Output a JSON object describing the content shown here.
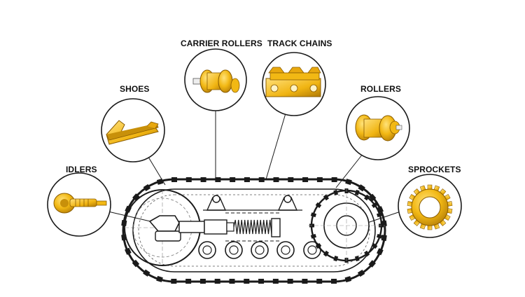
{
  "labels": {
    "idlers": "IDLERS",
    "shoes": "SHOES",
    "carrier_rollers": "CARRIER ROLLERS",
    "track_chains": "TRACK CHAINS",
    "rollers": "ROLLERS",
    "sprockets": "SPROCKETS"
  },
  "colors": {
    "part_yellow": "#f2b814",
    "part_shadow": "#c8900a",
    "line": "#1a1a1a"
  }
}
